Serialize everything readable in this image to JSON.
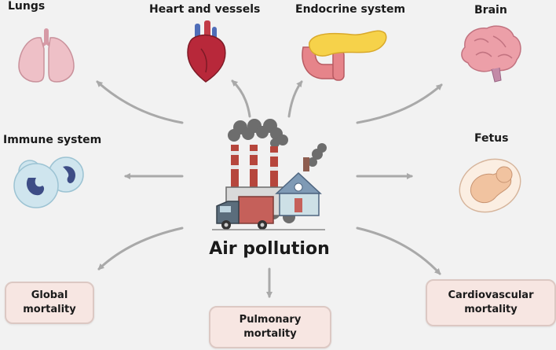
{
  "title": "Air pollution",
  "organs": {
    "lungs": "Lungs",
    "heart": "Heart and vessels",
    "endocrine": "Endocrine system",
    "brain": "Brain",
    "immune": "Immune system",
    "fetus": "Fetus"
  },
  "outcomes": {
    "global": [
      "Global",
      "mortality"
    ],
    "pulmonary": [
      "Pulmonary",
      "mortality"
    ],
    "cardio": [
      "Cardiovascular",
      "mortality"
    ]
  },
  "colors": {
    "arrow": "#a9a9a9",
    "box_fill": "#f7e6e2",
    "box_border": "#dcc8c3",
    "background": "#f2f2f2"
  }
}
